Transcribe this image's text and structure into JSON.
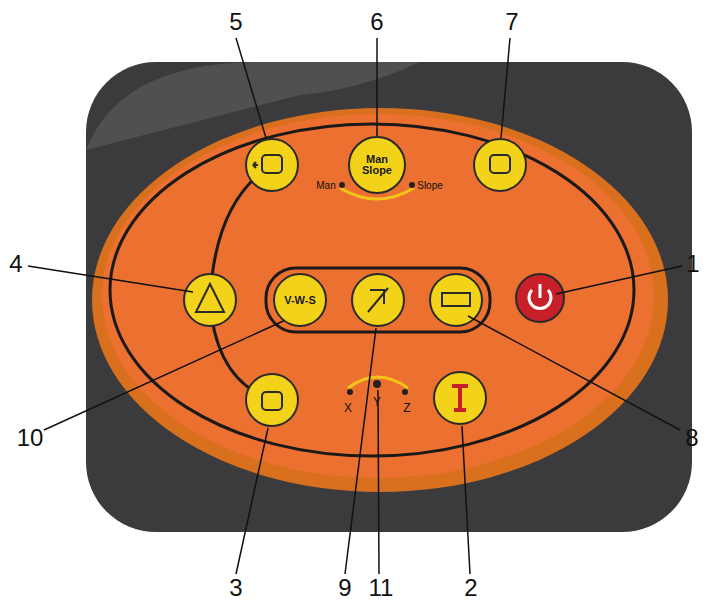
{
  "diagram": {
    "nodes": [
      {
        "text": [
          "Man Slope"
        ]
      },
      {
        "text": [
          "V-W-S"
        ]
      }
    ],
    "labels": [
      "5",
      "6",
      "7",
      "Man",
      "Slope",
      "4",
      "1",
      "10",
      "8",
      "X",
      "Y",
      "Z",
      "3",
      "9",
      "11",
      "2"
    ]
  }
}
